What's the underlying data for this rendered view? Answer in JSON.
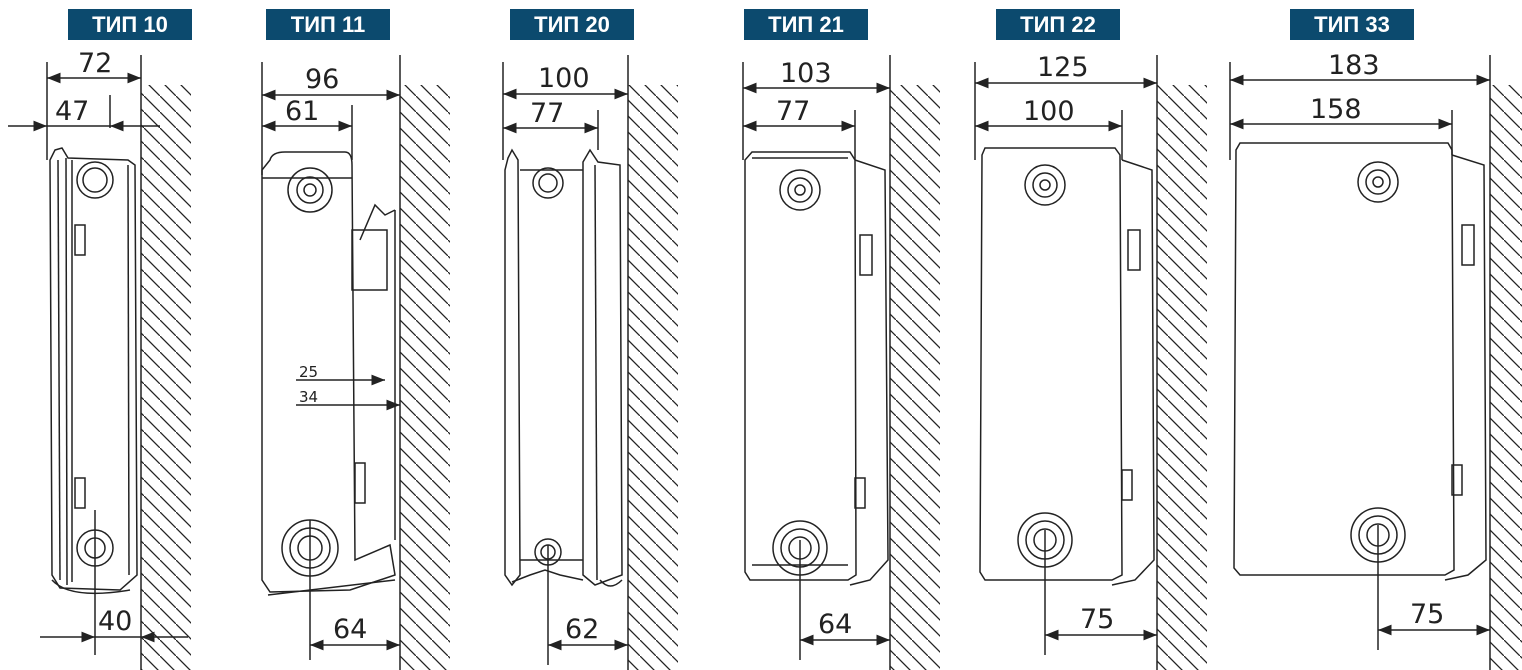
{
  "colors": {
    "badge": "#0c4a6e",
    "line": "#222222"
  },
  "radiators": [
    {
      "type": "ТИП 10",
      "overall": "72",
      "inner": "47",
      "bottom": "40"
    },
    {
      "type": "ТИП 11",
      "overall": "96",
      "inner": "61",
      "bottom": "64",
      "bracket_a": "25",
      "bracket_b": "34"
    },
    {
      "type": "ТИП 20",
      "overall": "100",
      "inner": "77",
      "bottom": "62"
    },
    {
      "type": "ТИП 21",
      "overall": "103",
      "inner": "77",
      "bottom": "64"
    },
    {
      "type": "ТИП 22",
      "overall": "125",
      "inner": "100",
      "bottom": "75"
    },
    {
      "type": "ТИП 33",
      "overall": "183",
      "inner": "158",
      "bottom": "75"
    }
  ]
}
